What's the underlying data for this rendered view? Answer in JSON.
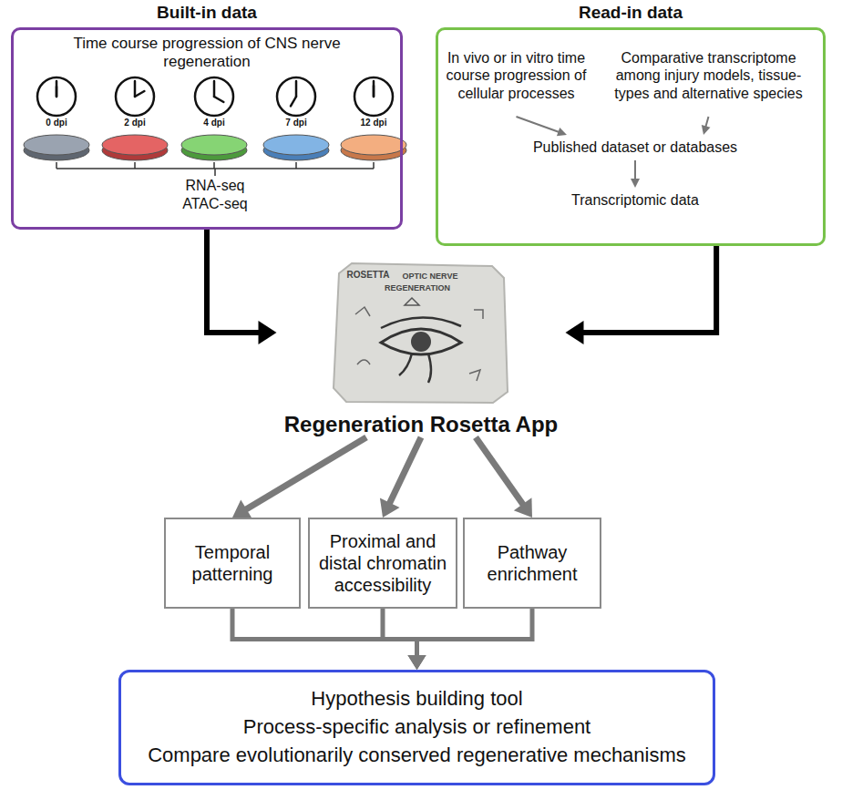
{
  "diagram": {
    "nodes": [
      {
        "text": [
          "Built-in data",
          "Time course progression of CNS nerve regeneration"
        ]
      },
      {
        "text": [
          "Read-in data"
        ]
      },
      {
        "text": [
          "In vivo or in vitro time course progression of cellular processes"
        ],
        "in": 1
      },
      {
        "text": [
          "Comparative transcriptome among injury models, tissue-types and alternative species"
        ],
        "in": 1
      },
      {
        "text": [
          "Published dataset or databases"
        ],
        "in": 1
      },
      {
        "text": [
          "Transcriptomic data"
        ],
        "in": 1
      },
      {
        "text": [
          "Regeneration Rosetta App"
        ]
      },
      {
        "text": [
          "Temporal patterning"
        ]
      },
      {
        "text": [
          "Proximal and distal chromatin accessibility"
        ]
      },
      {
        "text": [
          "Pathway enrichment"
        ]
      },
      {
        "text": [
          "Hypothesis building tool",
          "Process-specific analysis or refinement",
          "Compare evolutionarily conserved regenerative mechanisms"
        ]
      }
    ],
    "edges": [
      {
        "from": 0,
        "to": 6,
        "arrow": "to"
      },
      {
        "from": 1,
        "to": 6,
        "arrow": "to"
      },
      {
        "from": 2,
        "to": 4,
        "arrow": "to"
      },
      {
        "from": 3,
        "to": 4,
        "arrow": "to"
      },
      {
        "from": 4,
        "to": 5,
        "arrow": "to"
      },
      {
        "from": 6,
        "to": 7,
        "arrow": "to"
      },
      {
        "from": 6,
        "to": 8,
        "arrow": "to"
      },
      {
        "from": 6,
        "to": 9,
        "arrow": "to"
      },
      {
        "from": 7,
        "to": 10,
        "arrow": "to"
      },
      {
        "from": 8,
        "to": 10,
        "arrow": "to"
      },
      {
        "from": 9,
        "to": 10,
        "arrow": "to"
      }
    ],
    "labels": [
      "0 dpi",
      "2 dpi",
      "4 dpi",
      "7 dpi",
      "12 dpi",
      "RNA-seq",
      "ATAC-seq",
      "ROSETTA",
      "OPTIC NERVE",
      "REGENERATION"
    ]
  }
}
